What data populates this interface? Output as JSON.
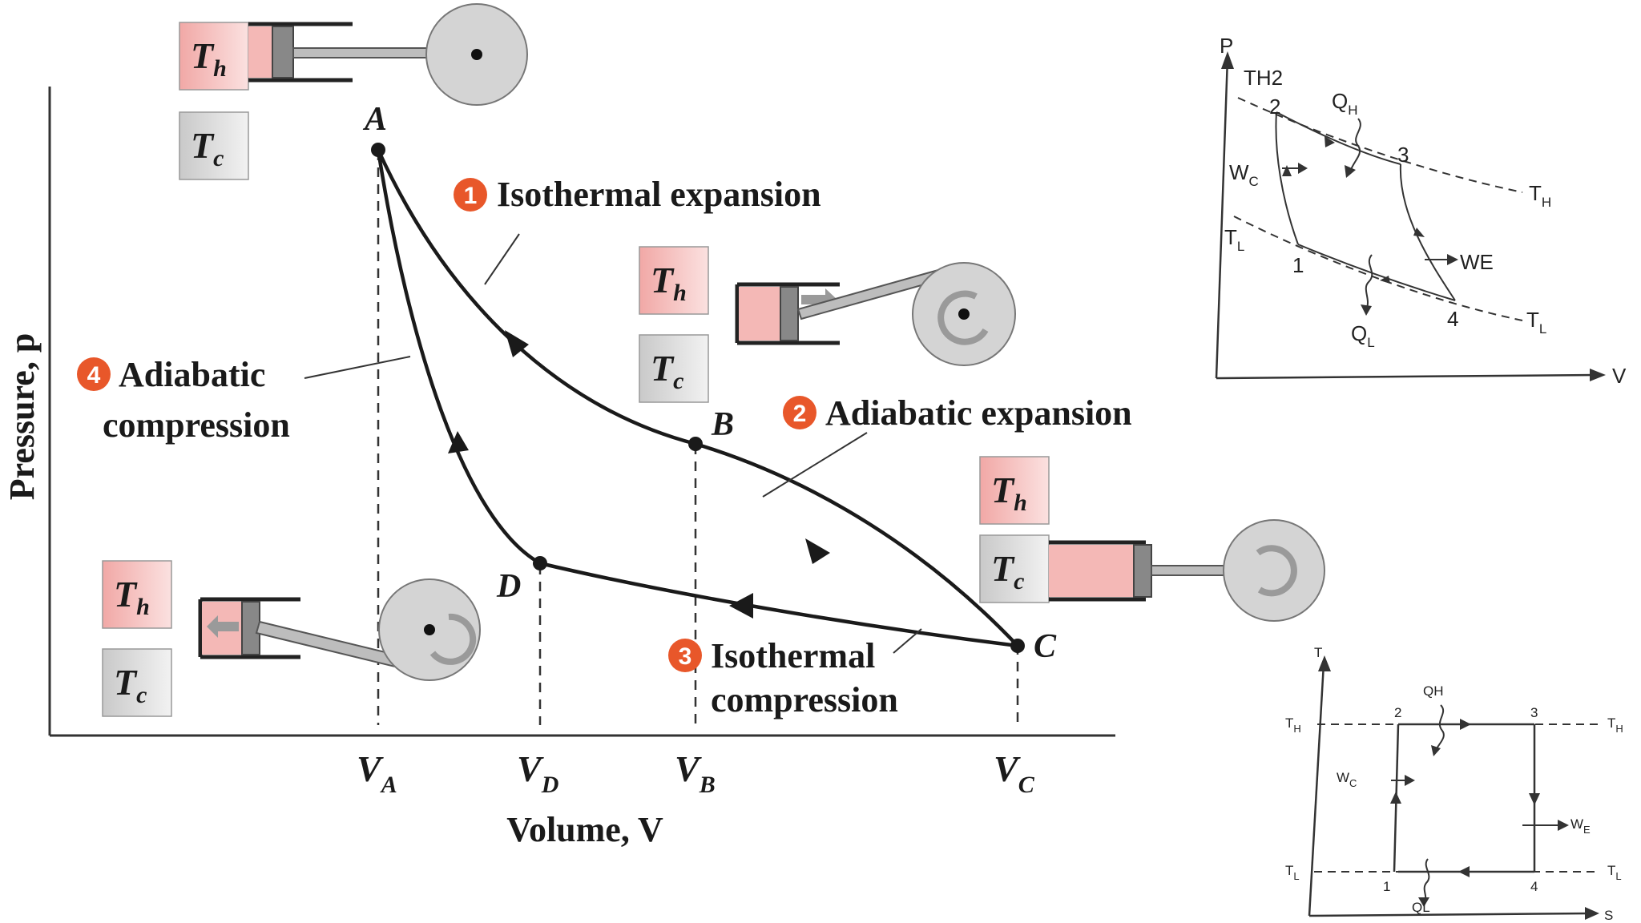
{
  "main_diagram": {
    "y_axis_label": "Pressure, p",
    "x_axis_label": "Volume, V",
    "points": {
      "A": "A",
      "B": "B",
      "C": "C",
      "D": "D"
    },
    "volume_ticks": [
      {
        "main": "V",
        "sub": "A"
      },
      {
        "main": "V",
        "sub": "D"
      },
      {
        "main": "V",
        "sub": "B"
      },
      {
        "main": "V",
        "sub": "C"
      }
    ],
    "steps": [
      {
        "num": "1",
        "line1": "Isothermal expansion",
        "line2": ""
      },
      {
        "num": "2",
        "line1": "Adiabatic expansion",
        "line2": ""
      },
      {
        "num": "3",
        "line1": "Isothermal",
        "line2": "compression"
      },
      {
        "num": "4",
        "line1": "Adiabatic",
        "line2": "compression"
      }
    ],
    "reservoir_hot": {
      "main": "T",
      "sub": "h"
    },
    "reservoir_cold": {
      "main": "T",
      "sub": "c"
    }
  },
  "pv_inset": {
    "axis_p": "P",
    "axis_v": "V",
    "th2": "TH2",
    "th": {
      "main": "T",
      "sub": "H"
    },
    "tl_left": {
      "main": "T",
      "sub": "L"
    },
    "tl_right": {
      "main": "T",
      "sub": "L"
    },
    "qh": {
      "main": "Q",
      "sub": "H"
    },
    "ql": {
      "main": "Q",
      "sub": "L"
    },
    "wc": {
      "main": "W",
      "sub": "C"
    },
    "we": "WE",
    "nums": [
      "1",
      "2",
      "3",
      "4"
    ]
  },
  "ts_inset": {
    "axis_t": "T",
    "axis_s": "S",
    "th_left": {
      "main": "T",
      "sub": "H"
    },
    "th_right": {
      "main": "T",
      "sub": "H"
    },
    "tl_left": {
      "main": "T",
      "sub": "L"
    },
    "tl_right": {
      "main": "T",
      "sub": "L"
    },
    "qh": "QH",
    "ql": "QL",
    "wc": {
      "main": "W",
      "sub": "C"
    },
    "we": {
      "main": "W",
      "sub": "E"
    },
    "nums": [
      "1",
      "2",
      "3",
      "4"
    ]
  },
  "colors": {
    "hot": "#f4b8b6",
    "cold": "#d9d9d9",
    "badge": "#e8572a",
    "ink": "#1a1a1a"
  }
}
